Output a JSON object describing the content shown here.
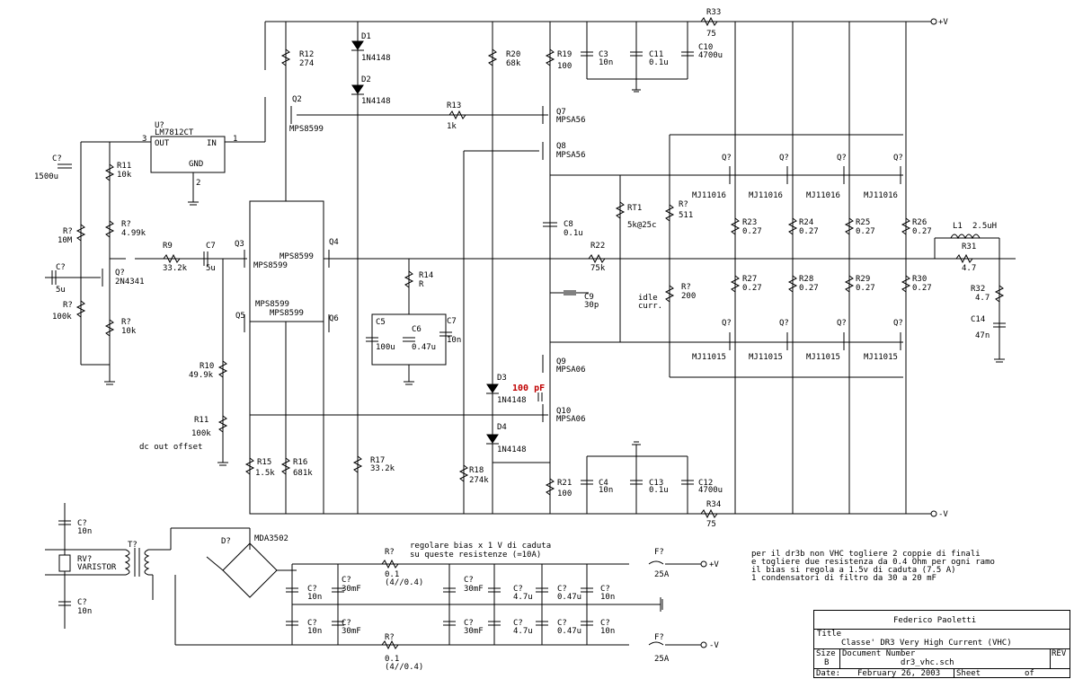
{
  "components": {
    "R33": "R33",
    "R33v": "75",
    "R34": "R34",
    "R34v": "75",
    "pv": "+V",
    "mv": "-V",
    "D1": "D1",
    "D1v": "1N4148",
    "D2": "D2",
    "D2v": "1N4148",
    "R12": "R12",
    "R12v": "274",
    "Q2": "Q2",
    "Q2v": "MPS8599",
    "U": "U?",
    "Uv": "LM7812CT",
    "Uout": "OUT",
    "Uin": "IN",
    "Ugnd": "GND",
    "U3": "3",
    "U1": "1",
    "U2": "2",
    "C1500": "C?",
    "C1500v": "1500u",
    "R11a": "R11",
    "R11av": "10k",
    "Rr10M": "R?",
    "Rr10Mv": "10M",
    "R499": "R?",
    "R499v": "4.99k",
    "Cin": "C?",
    "Cinv": "5u",
    "Qjf": "Q?",
    "Qjfv": "2N4341",
    "R100k": "R?",
    "R100kv": "100k",
    "R10kb": "R?",
    "R10kbv": "10k",
    "R9": "R9",
    "R9v": "33.2k",
    "C7a": "C7",
    "C7av": "5u",
    "R10": "R10",
    "R10v": "49.9k",
    "R11b": "R11",
    "R11bv": "100k",
    "offset": "dc out offset",
    "Q3": "Q3",
    "Q3v": "MPS8599",
    "Q4": "Q4",
    "Q4v": "MPS8599",
    "Q5": "Q5",
    "Q5v": "MPS8599",
    "Q6": "Q6",
    "Q6v": "MPS8599",
    "R15": "R15",
    "R15v": "1.5k",
    "R16": "R16",
    "R16v": "681k",
    "R17": "R17",
    "R17v": "33.2k",
    "R14": "R14",
    "R14v": "R",
    "C5": "C5",
    "C5v": "100u",
    "C6": "C6",
    "C6v": "0.47u",
    "C7b": "C7",
    "C7bv": "10n",
    "R13": "R13",
    "R13v": "1k",
    "R20": "R20",
    "R20v": "68k",
    "R19": "R19",
    "R19v": "100",
    "C3": "C3",
    "C3v": "10n",
    "C11": "C11",
    "C11v": "0.1u",
    "C10": "C10",
    "C10v": "4700u",
    "Q7": "Q7",
    "Q7v": "MPSA56",
    "Q8": "Q8",
    "Q8v": "MPSA56",
    "C8": "C8",
    "C8v": "0.1u",
    "RT1": "RT1",
    "RT1v": "5k@25c",
    "R22": "R22",
    "R22v": "75k",
    "C9": "C9",
    "C9v": "30p",
    "Q9": "Q9",
    "Q9v": "MPSA06",
    "Q10": "Q10",
    "Q10v": "MPSA06",
    "D3": "D3",
    "D3v": "1N4148",
    "D4": "D4",
    "D4v": "1N4148",
    "cap100": "100 pF",
    "R18": "R18",
    "R18v": "274k",
    "R21": "R21",
    "R21v": "100",
    "C4": "C4",
    "C4v": "10n",
    "C13": "C13",
    "C13v": "0.1u",
    "C12": "C12",
    "C12v": "4700u",
    "R511": "R?",
    "R511v": "511",
    "Ridle": "R?",
    "Ridlev": "200",
    "idle1": "idle",
    "idle2": "curr.",
    "Qq": "Q?",
    "mj16": "MJ11016",
    "mj15": "MJ11015",
    "R23": "R23",
    "R24": "R24",
    "R25": "R25",
    "R26": "R26",
    "R27": "R27",
    "R28": "R28",
    "R29": "R29",
    "R30": "R30",
    "r027": "0.27",
    "L1": "L1",
    "L1v": "2.5uH",
    "R31": "R31",
    "R31v": "4.7",
    "R32": "R32",
    "R32v": "4.7",
    "C14": "C14",
    "C14v": "47n",
    "Cq": "C?",
    "c10n": "10n",
    "c30mF": "30mF",
    "c47u": "4.7u",
    "c047u": "0.47u",
    "RV": "RV?",
    "RVv": "VARISTOR",
    "T": "T?",
    "Db": "D?",
    "Dbv": "MDA3502",
    "Rq": "R?",
    "r01": "0.1",
    "r04": "(4//0.4)",
    "bias1": "regolare bias x 1 V di caduta",
    "bias2": "su queste resistenze (=10A)",
    "F": "F?",
    "Fv": "25A",
    "note1": "per il dr3b non VHC togliere 2 coppie di finali",
    "note2": "e togliere due resistenza da 0.4 Ohm per ogni ramo",
    "note3": "il bias si regola a 1.5v di caduta (7.5 A)",
    "note4": "1 condensatori di filtro da 30 a 20 mF"
  },
  "title_block": {
    "author": "Federico Paoletti",
    "title_label": "Title",
    "title": "Classe' DR3 Very High Current (VHC)",
    "size_label": "Size",
    "size": "B",
    "docnum_label": "Document Number",
    "docnum": "dr3_vhc.sch",
    "rev_label": "REV",
    "date_label": "Date:",
    "date": "February 26, 2003",
    "sheet_label": "Sheet",
    "of_label": "of"
  }
}
